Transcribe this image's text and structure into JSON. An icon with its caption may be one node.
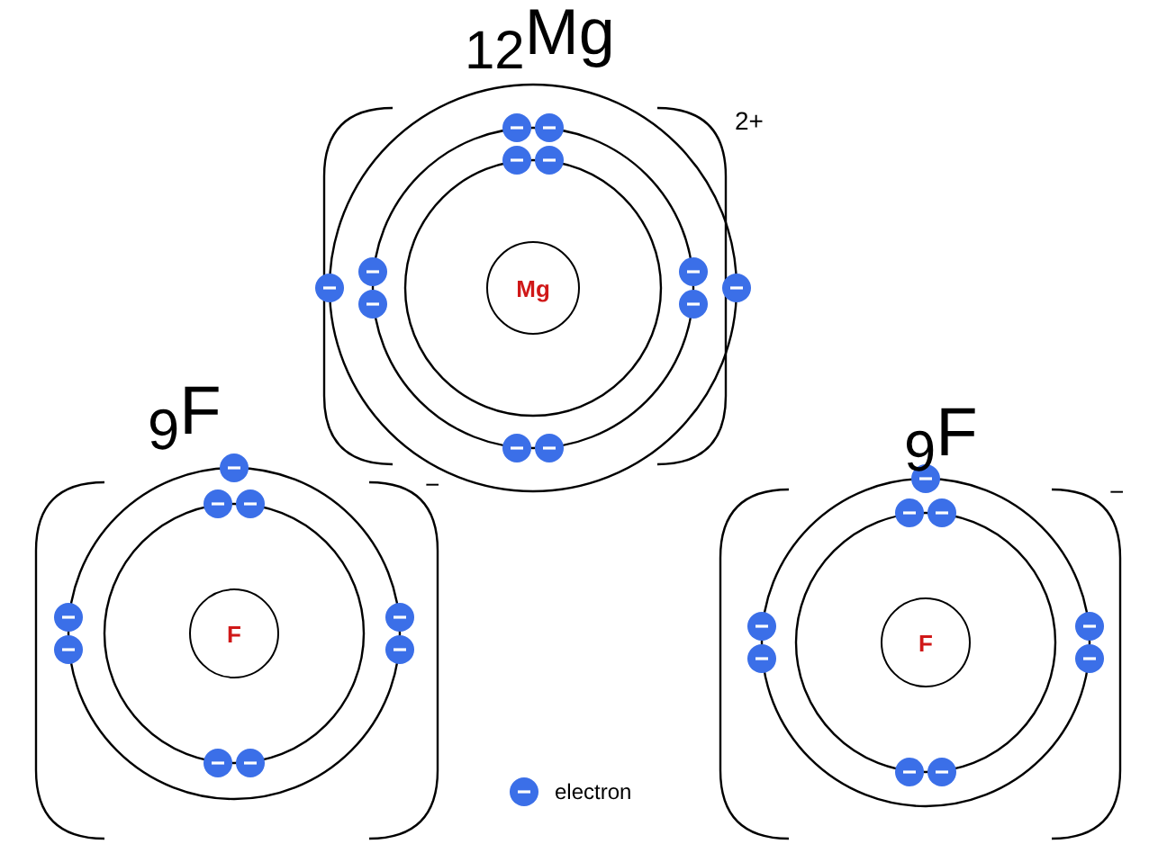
{
  "diagram": {
    "nodes": [
      {
        "text": [
          "Mg"
        ]
      },
      {
        "text": [
          "F"
        ]
      },
      {
        "text": [
          "F"
        ]
      }
    ],
    "labels": [
      "$_{12}$Mg",
      "2+",
      "$_{9}$F",
      "−",
      "$_{9}$F",
      "−"
    ],
    "legend": [
      {
        "text": "electron",
        "color": "#3b6fe8"
      }
    ]
  }
}
